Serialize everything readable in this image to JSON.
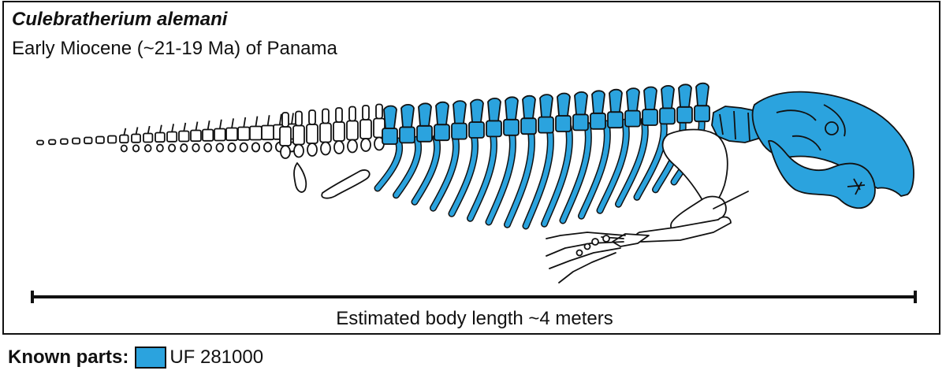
{
  "figure": {
    "title": "Culebratherium alemani",
    "subtitle": "Early Miocene (~21-19 Ma) of Panama",
    "scale_caption": "Estimated body length ~4 meters"
  },
  "legend": {
    "label": "Known parts:",
    "swatch_color": "#2BA3DE",
    "item_label": "UF 281000"
  },
  "colors": {
    "known_bone": "#2BA3DE",
    "unknown_bone": "#FFFFFF",
    "outline": "#111111"
  },
  "skeleton_parts": [
    {
      "name": "skull",
      "known": true
    },
    {
      "name": "mandible",
      "known": true
    },
    {
      "name": "cervical-vertebrae",
      "known": true
    },
    {
      "name": "thoracic-vertebrae",
      "known": true
    },
    {
      "name": "ribs",
      "known": true
    },
    {
      "name": "scapula",
      "known": false
    },
    {
      "name": "forelimb",
      "known": false
    },
    {
      "name": "lumbar-vertebrae",
      "known": false
    },
    {
      "name": "pelvic-bone",
      "known": false
    },
    {
      "name": "caudal-vertebrae",
      "known": false
    }
  ]
}
